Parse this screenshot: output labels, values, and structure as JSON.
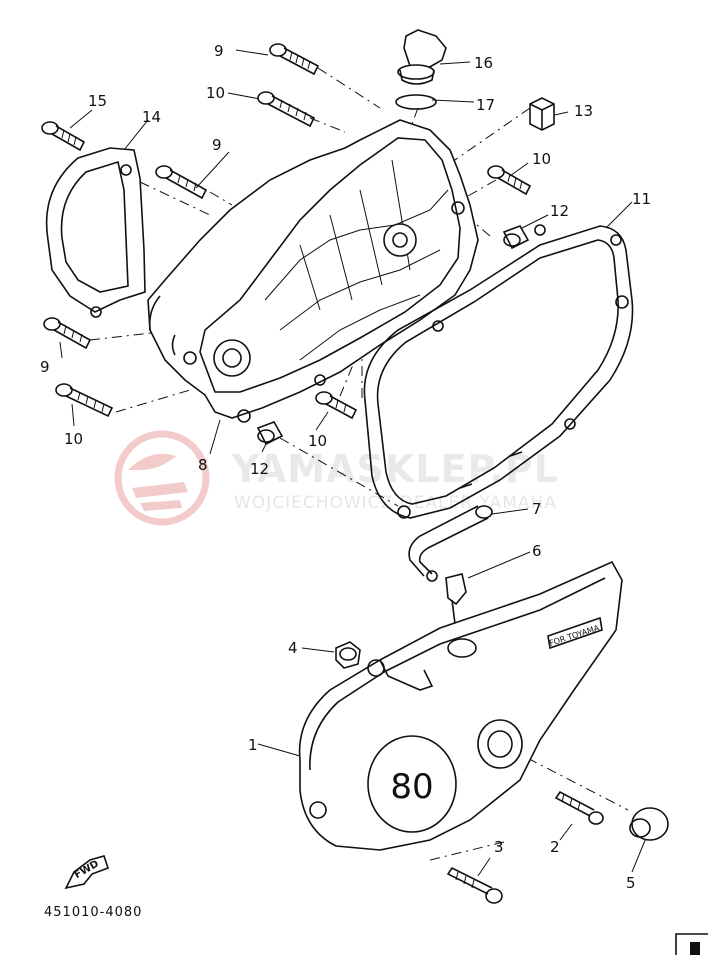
{
  "part_labels": {
    "p1": "1",
    "p2": "2",
    "p3": "3",
    "p4": "4",
    "p5": "5",
    "p6": "6",
    "p7": "7",
    "p8": "8",
    "p9": "9",
    "p10": "10",
    "p11": "11",
    "p12": "12",
    "p13": "13",
    "p14": "14",
    "p15": "15",
    "p16": "16",
    "p17": "17"
  },
  "watermark": {
    "brand": "YAMASKLEP.PL",
    "subtitle": "WOJCIECHOWICZ DEALER YAMAHA"
  },
  "cover_text": {
    "badge": "80",
    "plate": "FOR TOYAMA"
  },
  "fwd_label": "FWD",
  "diagram_code": "451010-4080",
  "colors": {
    "line": "#111111",
    "watermark_logo": "#f2c6c6",
    "watermark_text": "#e6e6e6"
  }
}
